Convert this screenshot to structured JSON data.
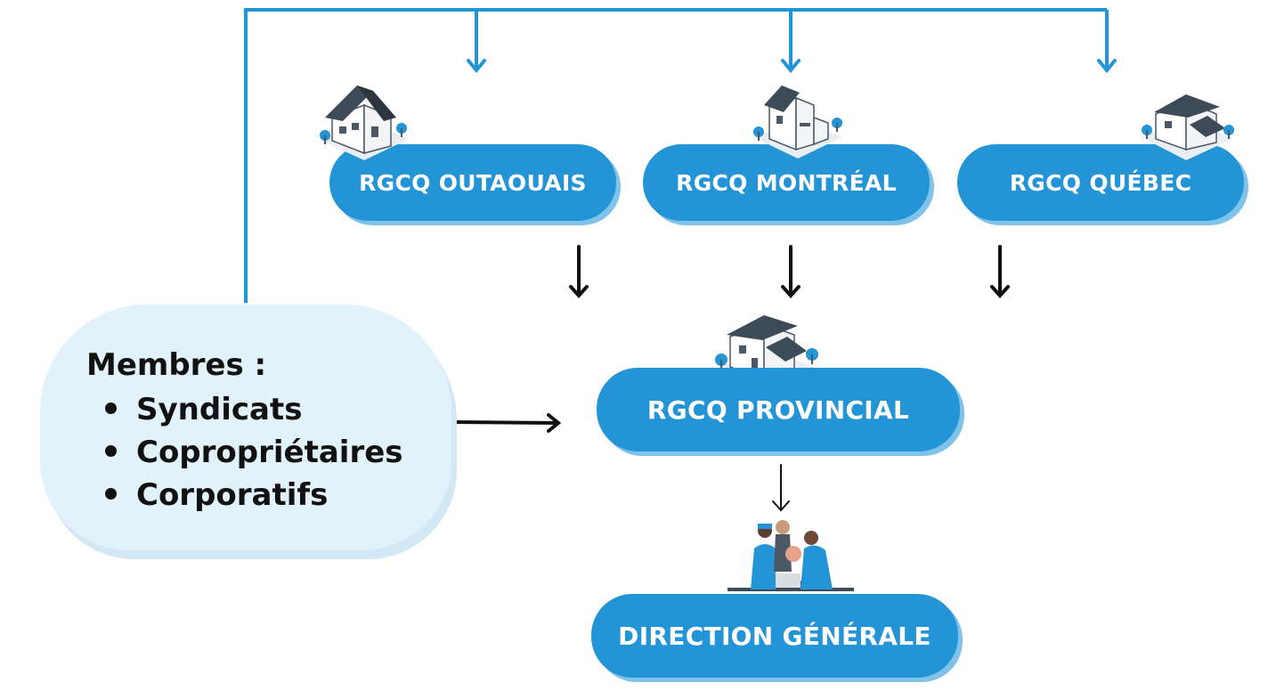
{
  "nodes": {
    "outaouais": "RGCQ OUTAOUAIS",
    "montreal": "RGCQ MONTRÉAL",
    "quebec": "RGCQ QUÉBEC",
    "provincial": "RGCQ PROVINCIAL",
    "direction": "DIRECTION GÉNÉRALE"
  },
  "members": {
    "title": "Membres :",
    "items": [
      "Syndicats",
      "Copropriétaires",
      "Corporatifs"
    ]
  },
  "colors": {
    "node_fill": "#2394d6",
    "node_shadow": "#7fc2ea",
    "connector_blue": "#2394d6",
    "connector_black": "#111111",
    "members_fill": "#e2f2fa"
  },
  "icons": {
    "regional": "house-icon",
    "provincial": "house-icon",
    "direction": "team-at-laptop-icon"
  }
}
